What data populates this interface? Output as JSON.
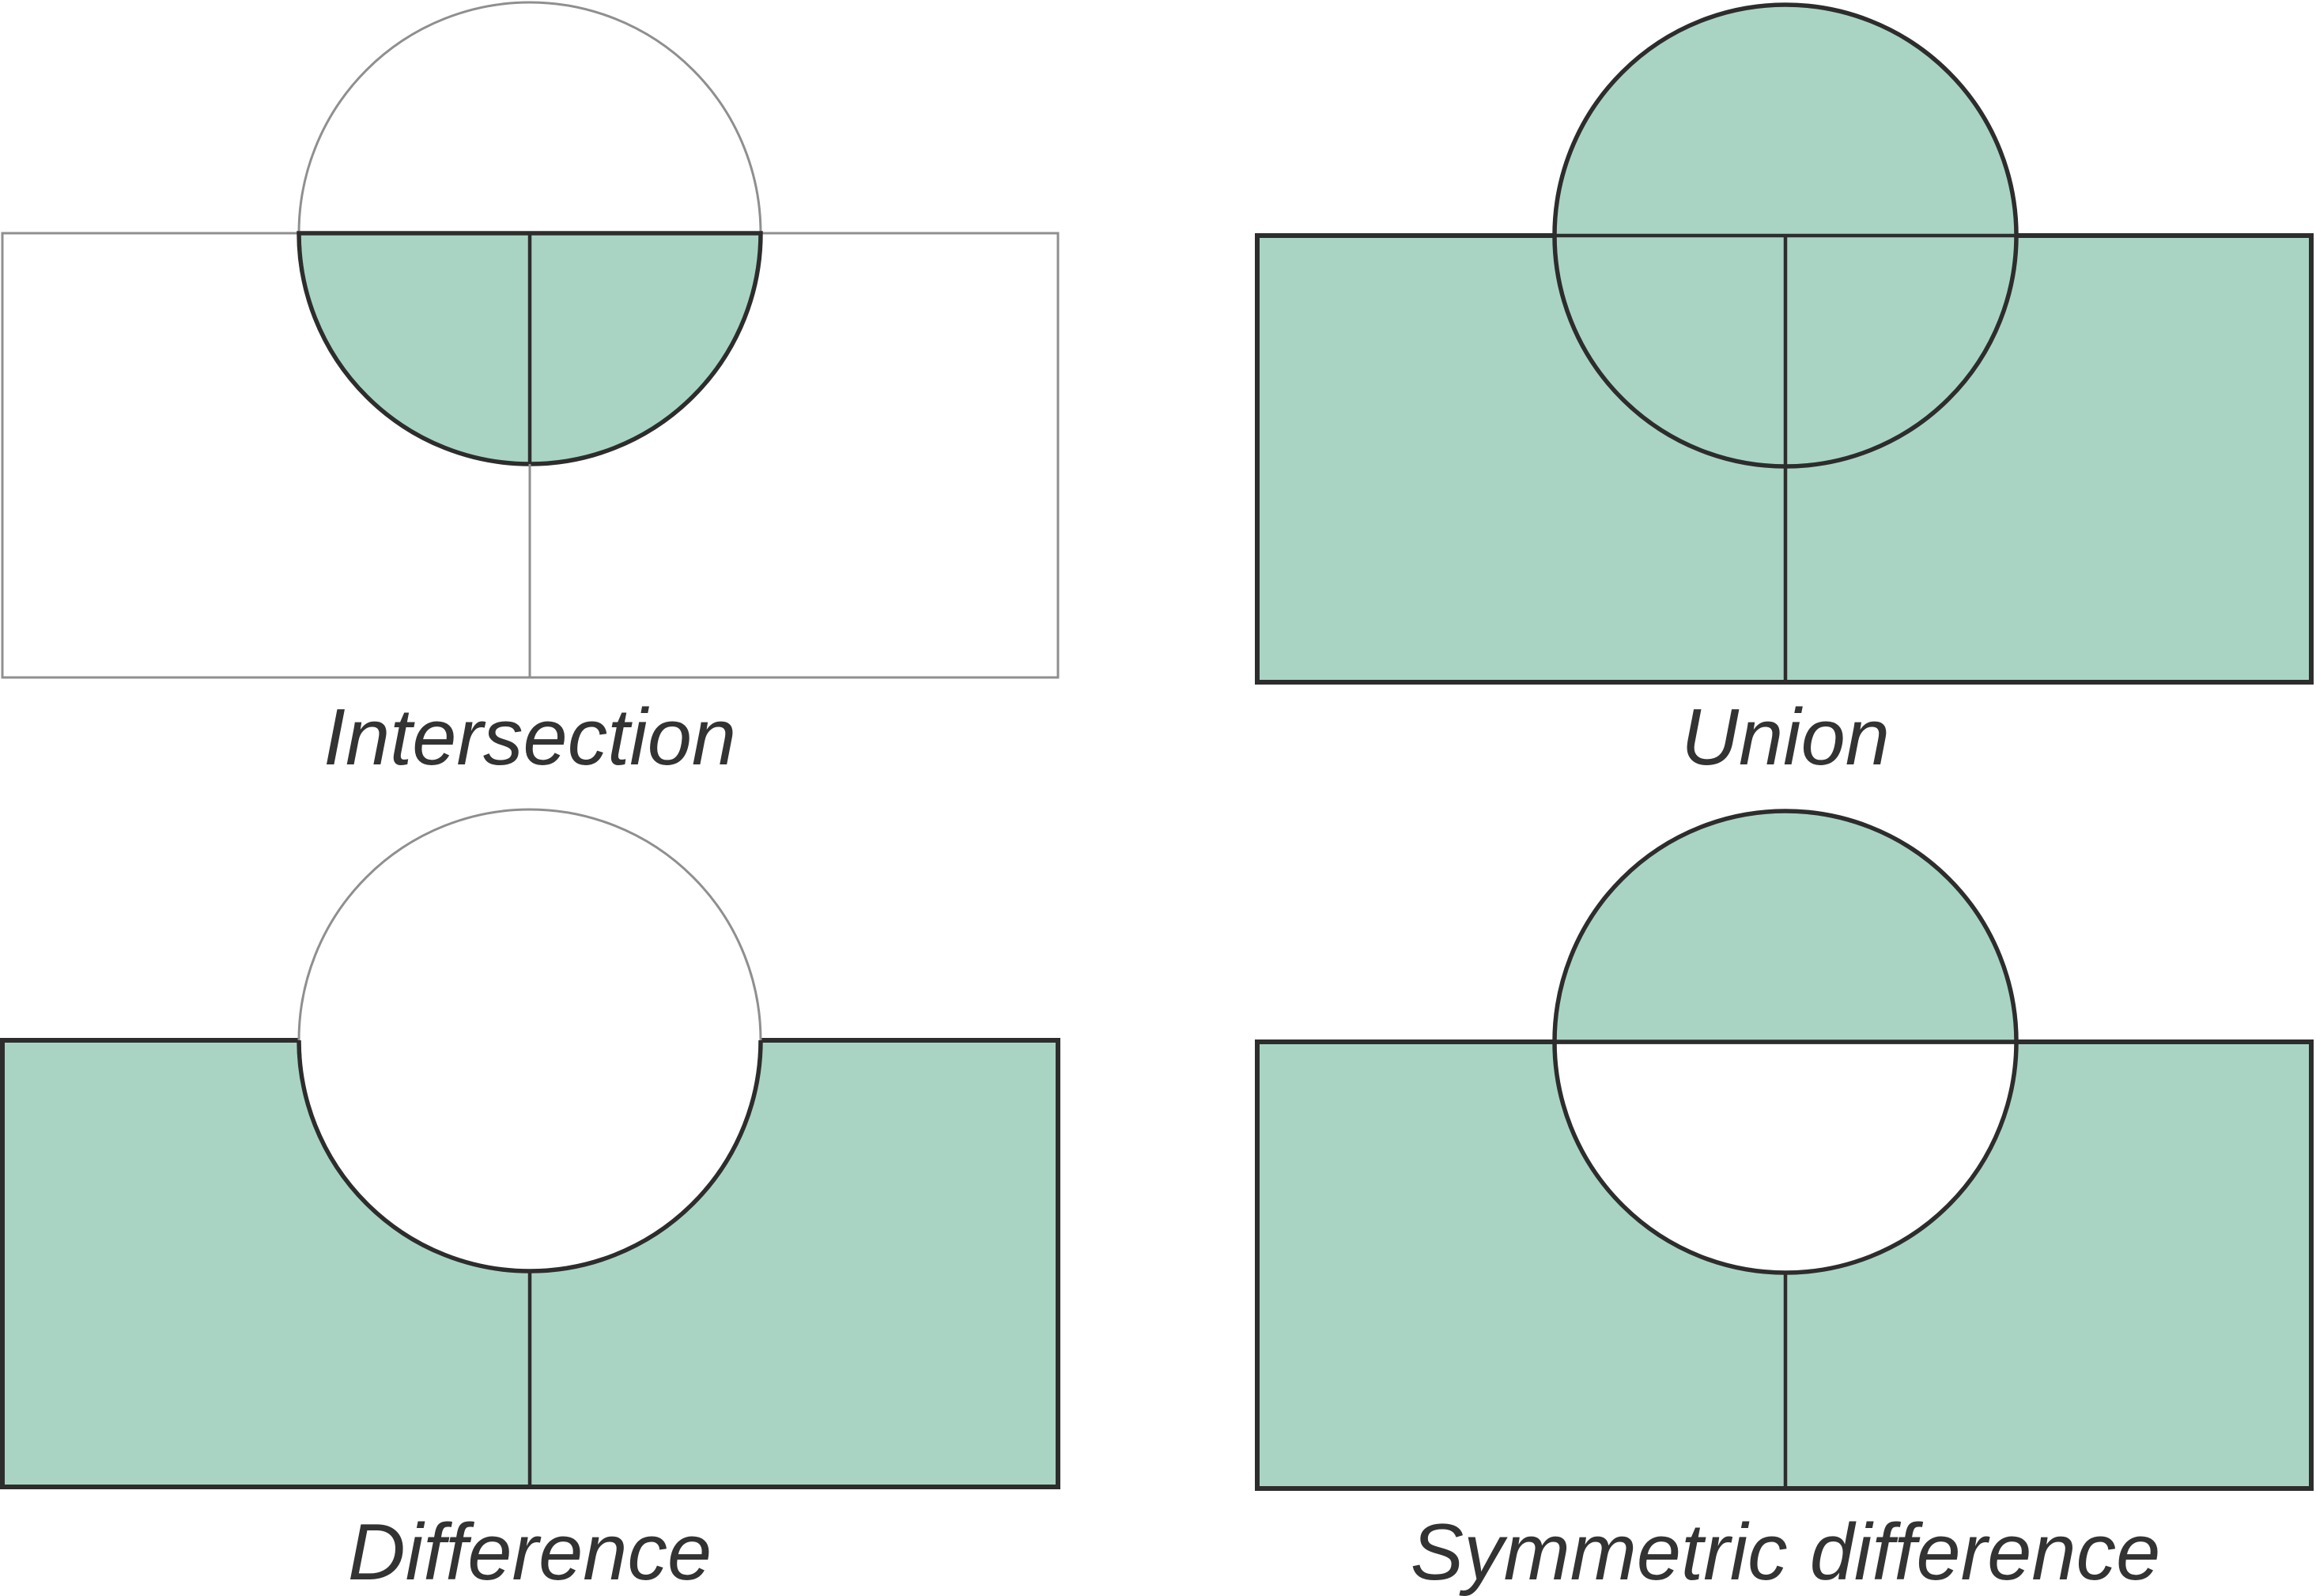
{
  "colors": {
    "shape_fill": "#a9d4c4",
    "result_outline": "#2d2d2d",
    "reference_outline": "#8f8f8f",
    "label_color": "#333333",
    "background": "#ffffff"
  },
  "panels": {
    "intersection": {
      "label": "Intersection"
    },
    "union": {
      "label": "Union"
    },
    "difference": {
      "label": "Difference"
    },
    "symmetric_difference": {
      "label": "Symmetric difference"
    }
  }
}
